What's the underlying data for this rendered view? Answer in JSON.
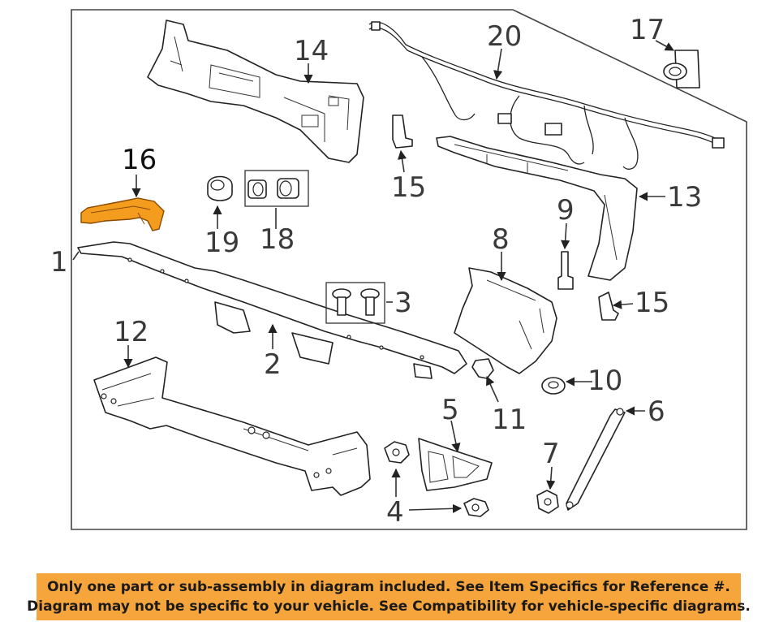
{
  "diagram": {
    "callouts": [
      "1",
      "2",
      "3",
      "4",
      "5",
      "6",
      "7",
      "8",
      "9",
      "10",
      "11",
      "12",
      "13",
      "14",
      "15",
      "15",
      "16",
      "17",
      "18",
      "19",
      "20"
    ],
    "highlight_color": "#f39c1e",
    "highlighted_part": "16"
  },
  "notice": {
    "line1": "Only one part or sub-assembly in diagram included. See Item Specifics for Reference #.",
    "line2": "Diagram may not be specific to your vehicle. See Compatibility for vehicle-specific diagrams.",
    "background_color": "#f6a43c"
  }
}
